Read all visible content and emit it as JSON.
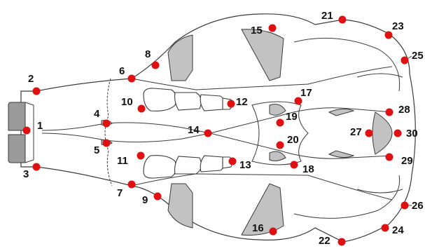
{
  "colors": {
    "landmark": "#e01010",
    "outline": "#3a3a3a",
    "shading": "#c2c2c2",
    "dark_shading": "#9a9a9a",
    "background": "#ffffff"
  },
  "landmarks": [
    {
      "label": "1"
    },
    {
      "label": "2"
    },
    {
      "label": "3"
    },
    {
      "label": "4"
    },
    {
      "label": "5"
    },
    {
      "label": "6"
    },
    {
      "label": "7"
    },
    {
      "label": "8"
    },
    {
      "label": "9"
    },
    {
      "label": "10"
    },
    {
      "label": "11"
    },
    {
      "label": "12"
    },
    {
      "label": "13"
    },
    {
      "label": "14"
    },
    {
      "label": "15"
    },
    {
      "label": "16"
    },
    {
      "label": "17"
    },
    {
      "label": "18"
    },
    {
      "label": "19"
    },
    {
      "label": "20"
    },
    {
      "label": "21"
    },
    {
      "label": "22"
    },
    {
      "label": "23"
    },
    {
      "label": "24"
    },
    {
      "label": "25"
    },
    {
      "label": "26"
    },
    {
      "label": "27"
    },
    {
      "label": "28"
    },
    {
      "label": "29"
    },
    {
      "label": "30"
    }
  ]
}
